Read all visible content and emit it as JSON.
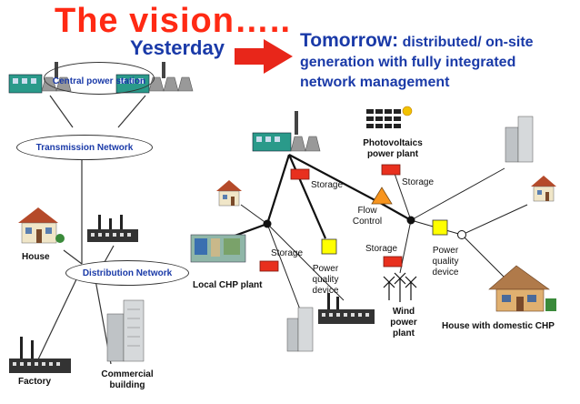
{
  "header": {
    "title": "The vision…..",
    "yesterday": "Yesterday",
    "tomorrow_heading": "Tomorrow:",
    "tomorrow_text": "distributed/ on-site generation with fully integrated network management"
  },
  "yesterday_diagram": {
    "central_power_station": "Central power station",
    "transmission_network": "Transmission Network",
    "distribution_network": "Distribution Network",
    "house": "House",
    "factory": "Factory",
    "commercial_building": "Commercial building"
  },
  "tomorrow_diagram": {
    "storage_1": "Storage",
    "storage_2": "Storage",
    "storage_3": "Storage",
    "storage_4": "Storage",
    "photovoltaics": "Photovoltaics power plant",
    "flow_control": "Flow Control",
    "power_quality_1": "Power quality device",
    "power_quality_2": "Power quality device",
    "local_chp": "Local CHP plant",
    "wind_power": "Wind power plant",
    "house_chp": "House with domestic CHP"
  },
  "colors": {
    "title": "#ff2a14",
    "blue_text": "#1a3aa8",
    "arrow": "#e8261a",
    "storage": "#e8301e",
    "power_quality": "#ffff00",
    "flow_control": "#f7941d"
  }
}
